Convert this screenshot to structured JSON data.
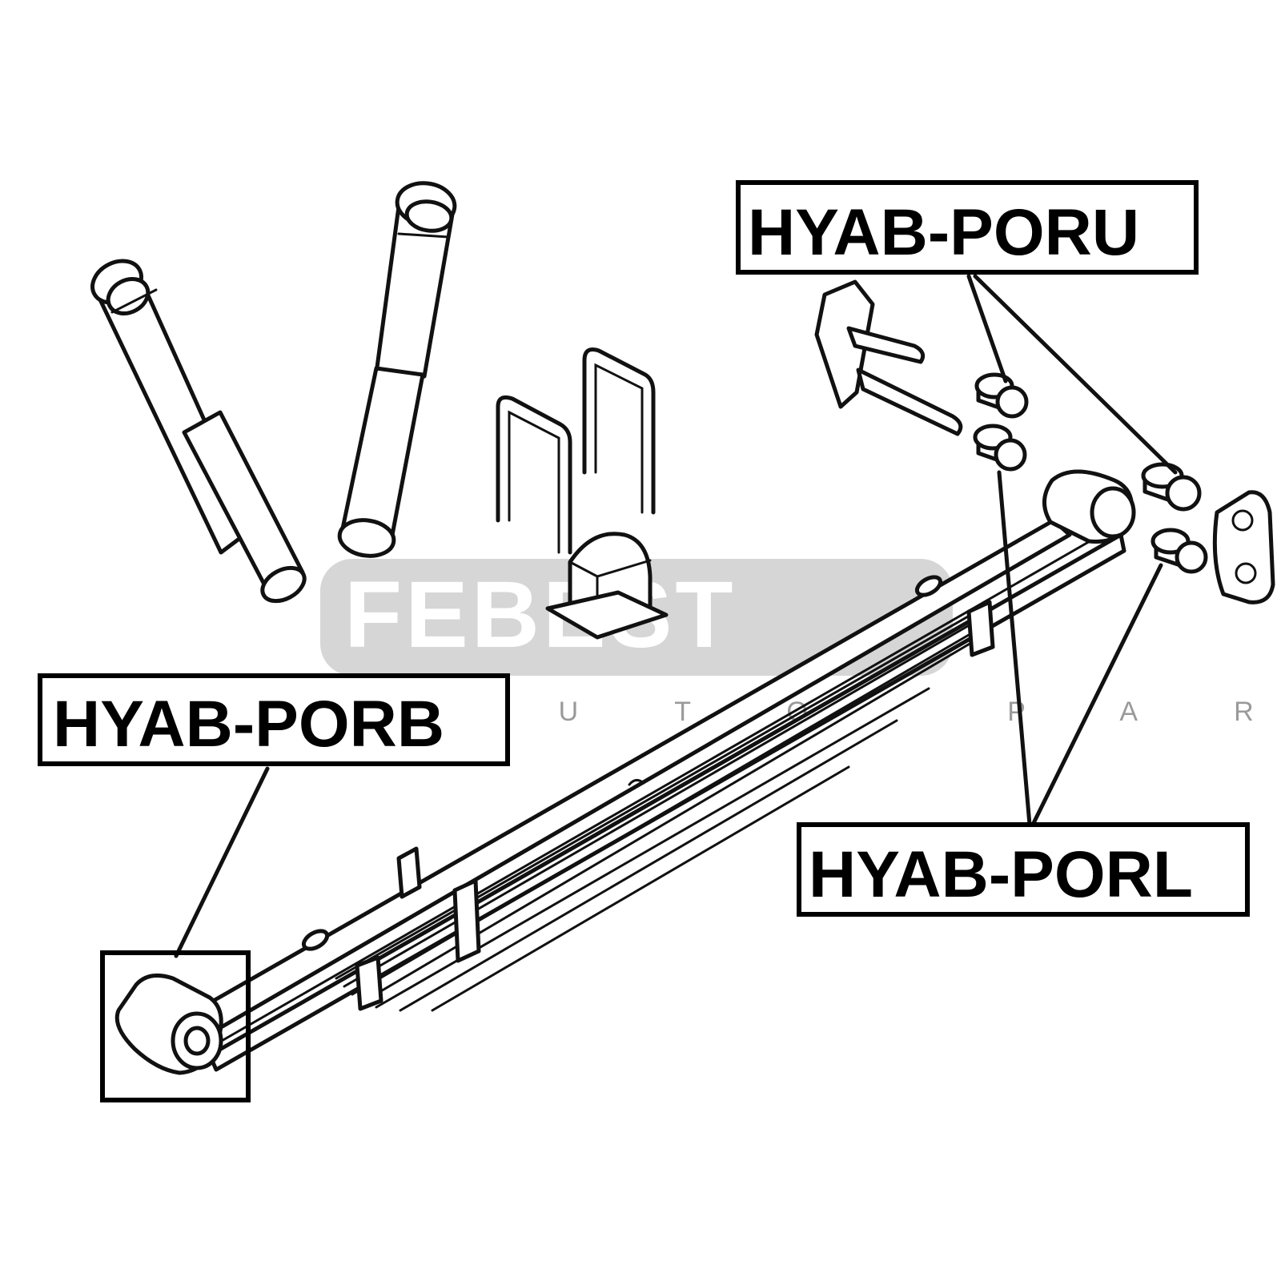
{
  "labels": {
    "poru": "HYAB-PORU",
    "porb": "HYAB-PORB",
    "porl": "HYAB-PORL"
  },
  "watermark": {
    "brand": "FEBEST",
    "tagline": "AUTO PARTS"
  },
  "colors": {
    "line": "#111111",
    "watermark_band": "#d6d6d6",
    "background": "#ffffff"
  }
}
